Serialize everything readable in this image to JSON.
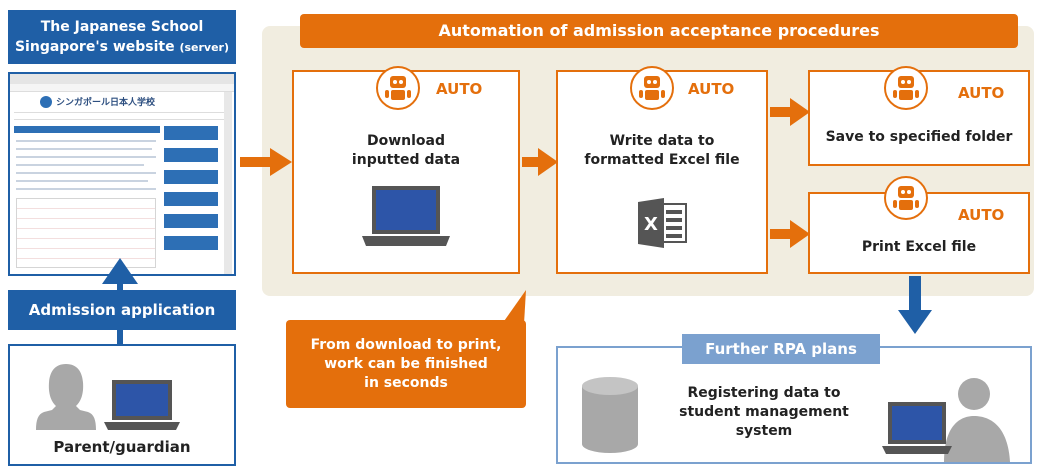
{
  "website": {
    "title_line1": "The Japanese School",
    "title_line2": "Singapore's website",
    "title_suffix": "(server)",
    "site_name": "シンガポール日本人学校"
  },
  "admission": {
    "label": "Admission application"
  },
  "parent": {
    "label": "Parent/guardian"
  },
  "automation": {
    "header": "Automation of admission acceptance procedures",
    "auto_label": "AUTO",
    "download": {
      "line1": "Download",
      "line2": "inputted data"
    },
    "write": {
      "line1": "Write data to",
      "line2": "formatted Excel file"
    },
    "save": {
      "label": "Save to specified folder"
    },
    "print": {
      "label": "Print Excel file"
    }
  },
  "callout": {
    "line1": "From download to print,",
    "line2": "work can be finished",
    "line3": "in seconds"
  },
  "rpa": {
    "header": "Further RPA plans",
    "line1": "Registering data to",
    "line2": "student management",
    "line3": "system"
  },
  "colors": {
    "orange": "#e46f0c",
    "blue": "#1f5fa6",
    "beige": "#f1ede0",
    "light_blue": "#7ba1cf",
    "gray": "#a8a8a8"
  }
}
